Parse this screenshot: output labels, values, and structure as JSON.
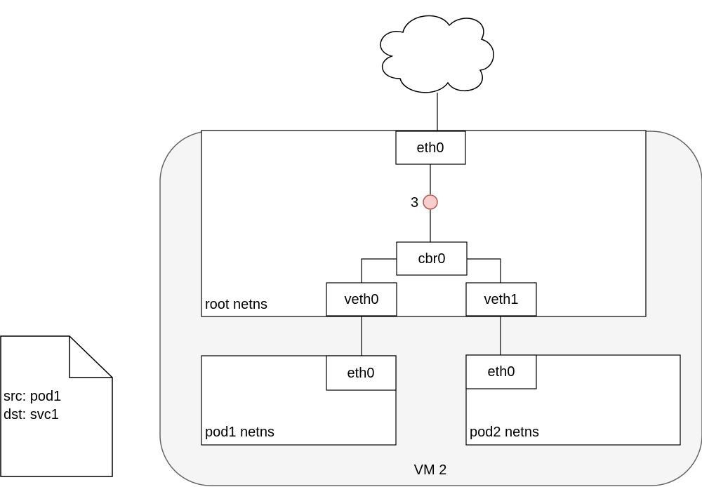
{
  "vm": {
    "label": "VM 2"
  },
  "root_netns": {
    "label": "root netns",
    "eth0": "eth0",
    "cbr0": "cbr0",
    "veth0": "veth0",
    "veth1": "veth1",
    "step_marker": "3"
  },
  "pod1_netns": {
    "label": "pod1 netns",
    "eth0": "eth0"
  },
  "pod2_netns": {
    "label": "pod2 netns",
    "eth0": "eth0"
  },
  "packet": {
    "src": "src: pod1",
    "dst": "dst: svc1"
  },
  "icons": {
    "internet": "cloud-icon",
    "packet": "document-icon"
  },
  "colors": {
    "vm_fill": "#f5f5f5",
    "vm_stroke": "#666666",
    "marker_fill": "#f8cecc",
    "marker_stroke": "#b85450",
    "line": "#000000"
  }
}
